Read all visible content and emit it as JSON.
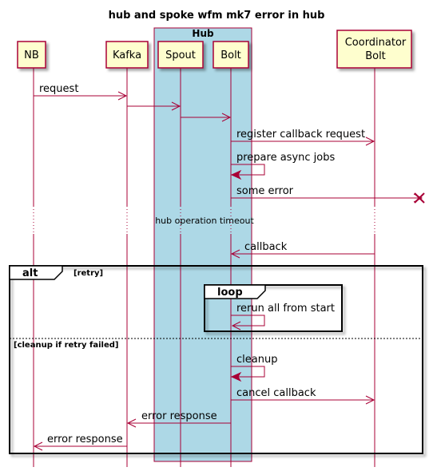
{
  "title": "hub and spoke wfm mk7 error in hub",
  "box_label": "Hub",
  "participants": {
    "nb": "NB",
    "kafka": "Kafka",
    "spout": "Spout",
    "bolt": "Bolt",
    "coordinator_line1": "Coordinator",
    "coordinator_line2": "Bolt"
  },
  "messages": {
    "request": "request",
    "register": "register callback request",
    "prepare": "prepare async jobs",
    "error": "some error",
    "timeout": "hub operation timeout",
    "callback": "callback",
    "rerun": "rerun all from start",
    "cleanup": "cleanup",
    "cancel": "cancel callback",
    "error_response_1": "error response",
    "error_response_2": "error response"
  },
  "fragments": {
    "alt_keyword": "alt",
    "alt_guard": "[retry]",
    "loop_keyword": "loop",
    "else_guard": "[cleanup if retry failed]"
  },
  "colors": {
    "line": "#A80036",
    "participant_fill": "#FEFECE",
    "box_fill": "#ADD8E6"
  }
}
